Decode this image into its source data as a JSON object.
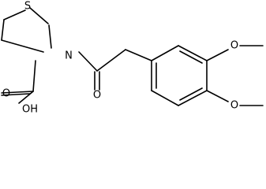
{
  "diagram": {
    "atom_labels": {
      "sulfur": "S",
      "nitrogen": "N",
      "ketone_oxygen": "O",
      "acid_hydroxyl": "OH",
      "acid_carbonyl_oxygen": "O",
      "methoxy_top_oxygen": "O",
      "methoxy_bottom_oxygen": "O"
    }
  }
}
